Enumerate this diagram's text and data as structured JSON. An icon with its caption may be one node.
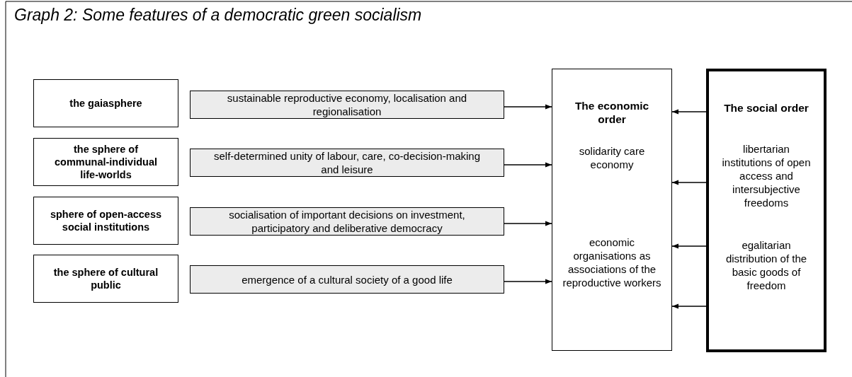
{
  "diagram": {
    "title": "Graph 2: Some features of a democratic green socialism",
    "nodes": [
      {
        "text": [
          "the gaiasphere"
        ]
      },
      {
        "text": [
          "sustainable reproductive economy, localisation and regionalisation"
        ]
      },
      {
        "text": [
          "the sphere of communal-individual life-worlds"
        ]
      },
      {
        "text": [
          "self-determined unity of labour, care, co-decision-making and leisure"
        ]
      },
      {
        "text": [
          "sphere of open-access social institutions"
        ]
      },
      {
        "text": [
          "socialisation of important decisions on investment, participatory and deliberative democracy"
        ]
      },
      {
        "text": [
          "the sphere of cultural public"
        ]
      },
      {
        "text": [
          "emergence of a cultural society of a good life"
        ]
      },
      {
        "text": [
          "The economic order",
          "solidarity care economy",
          "economic organisations as associations of the reproductive workers"
        ]
      },
      {
        "text": [
          "The social order",
          "libertarian institutions of open access and intersubjective freedoms",
          "egalitarian distribution of the basic goods of freedom"
        ]
      }
    ],
    "edges": [
      {
        "from": 1,
        "to": 8,
        "arrow": "to"
      },
      {
        "from": 3,
        "to": 8,
        "arrow": "to"
      },
      {
        "from": 5,
        "to": 8,
        "arrow": "to"
      },
      {
        "from": 7,
        "to": 8,
        "arrow": "to"
      },
      {
        "from": 9,
        "to": 8,
        "arrow": "to"
      },
      {
        "from": 9,
        "to": 8,
        "arrow": "to"
      },
      {
        "from": 9,
        "to": 8,
        "arrow": "to"
      },
      {
        "from": 9,
        "to": 8,
        "arrow": "to"
      }
    ]
  }
}
